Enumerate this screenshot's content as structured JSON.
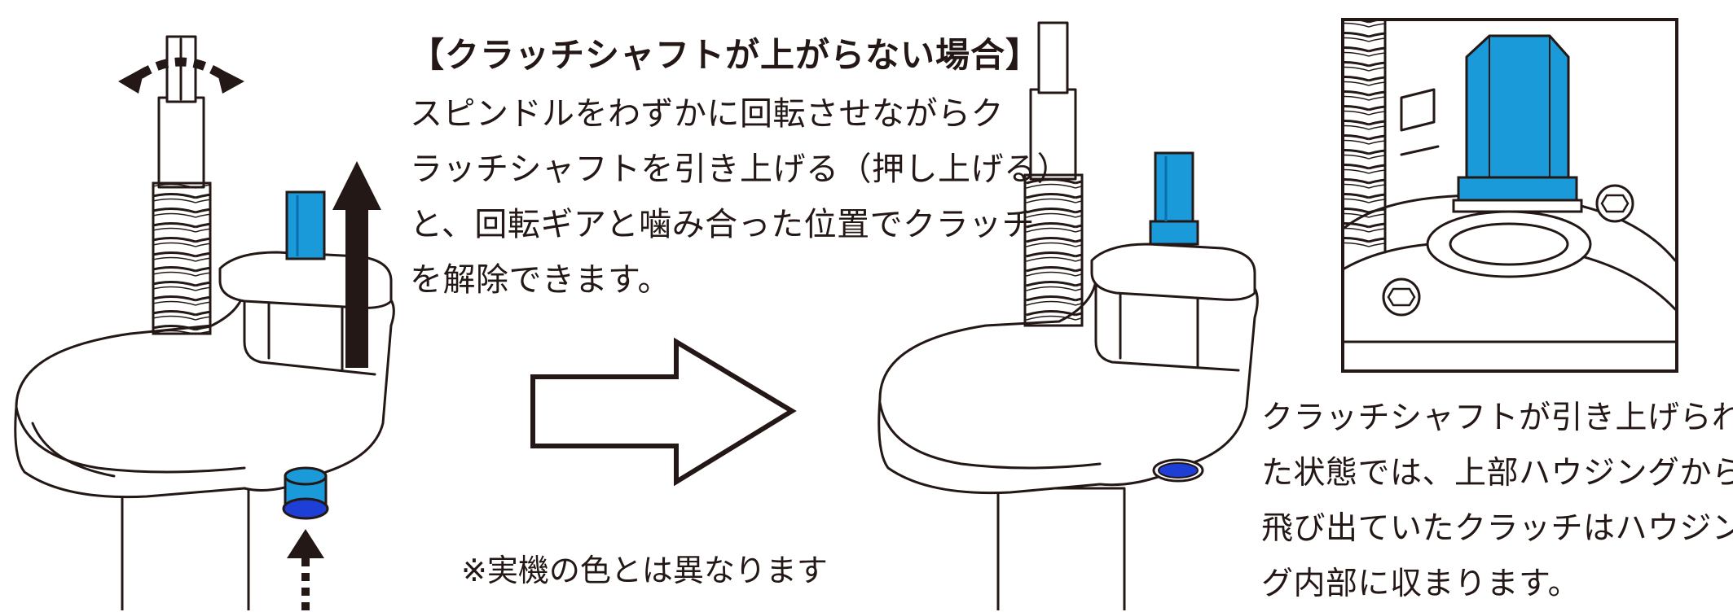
{
  "heading": "【クラッチシャフトが上がらない場合】",
  "instruction_lines": [
    "スピンドルをわずかに回転させながらク",
    "ラッチシャフトを引き上げる（押し上げる）",
    "と、回転ギアと噛み合った位置でクラッチ",
    "を解除できます。"
  ],
  "note": "※実機の色とは異なります",
  "result_lines": [
    "クラッチシャフトが引き上げられ",
    "た状態では、上部ハウジングから",
    "飛び出ていたクラッチはハウジン",
    "グ内部に収まります。"
  ],
  "colors": {
    "line": "#231815",
    "shaft_blue": "#1a9ad8",
    "shaft_blue_dark": "#0a6fb0",
    "pin_blue": "#1e3fd6",
    "arrow_fill": "#231815"
  },
  "icons": {
    "rotate_arrow": "curved-dashed-double-arrow",
    "pull_up_arrow": "solid-up-arrow",
    "push_up_arrow": "dashed-up-arrow",
    "transition_arrow": "outline-right-arrow"
  }
}
